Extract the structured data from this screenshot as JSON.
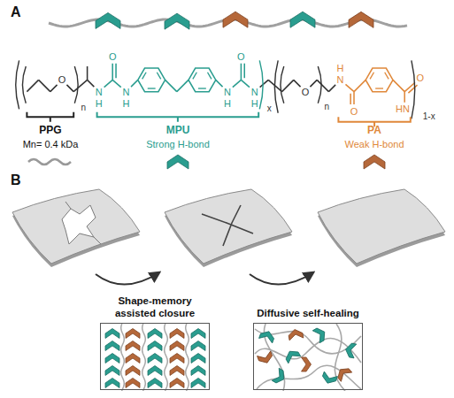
{
  "diagram": {
    "nodes": [
      {
        "text": [
          "Shape-memory assisted closure"
        ]
      },
      {
        "text": [
          "Diffusive self-healing"
        ]
      }
    ],
    "labels": [
      "A",
      "O",
      "n",
      "N",
      "H",
      "O",
      "N",
      "H",
      "O",
      "N",
      "H",
      "N",
      "H",
      "x",
      "O",
      "n",
      "H",
      "N",
      "O",
      "O",
      "HN",
      "1-x",
      "PPG",
      "Mn= 0.4 kDa",
      "MPU",
      "Strong H-bond",
      "PA",
      "Weak H-bond",
      "B"
    ]
  }
}
